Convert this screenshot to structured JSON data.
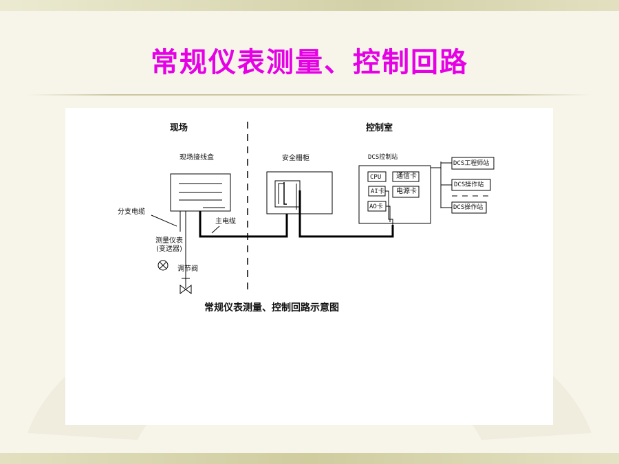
{
  "slide": {
    "title": "常规仪表测量、控制回路"
  },
  "diagram": {
    "zones": {
      "field": "现场",
      "control_room": "控制室"
    },
    "field": {
      "junction_box": "现场接线盒",
      "branch_cable": "分支电缆",
      "main_cable": "主电缆",
      "instrument_line1": "测量仪表",
      "instrument_line2": "(变送器)",
      "valve": "调节阀"
    },
    "barrier_cabinet": "安全栅柜",
    "dcs": {
      "station": "DCS控制站",
      "cpu": "CPU",
      "comm_card": "通信卡",
      "ai_card": "AI卡",
      "power_card": "电源卡",
      "ao_card": "AO卡"
    },
    "stations": {
      "engineer": "DCS工程师站",
      "operator_1": "DCS操作站",
      "operator_2": "DCS操作站"
    },
    "caption": "常规仪表测量、控制回路示意图"
  },
  "colors": {
    "title": "#e600e6",
    "background": "#f7f5ea",
    "panel": "#ffffff",
    "line": "#000000"
  }
}
